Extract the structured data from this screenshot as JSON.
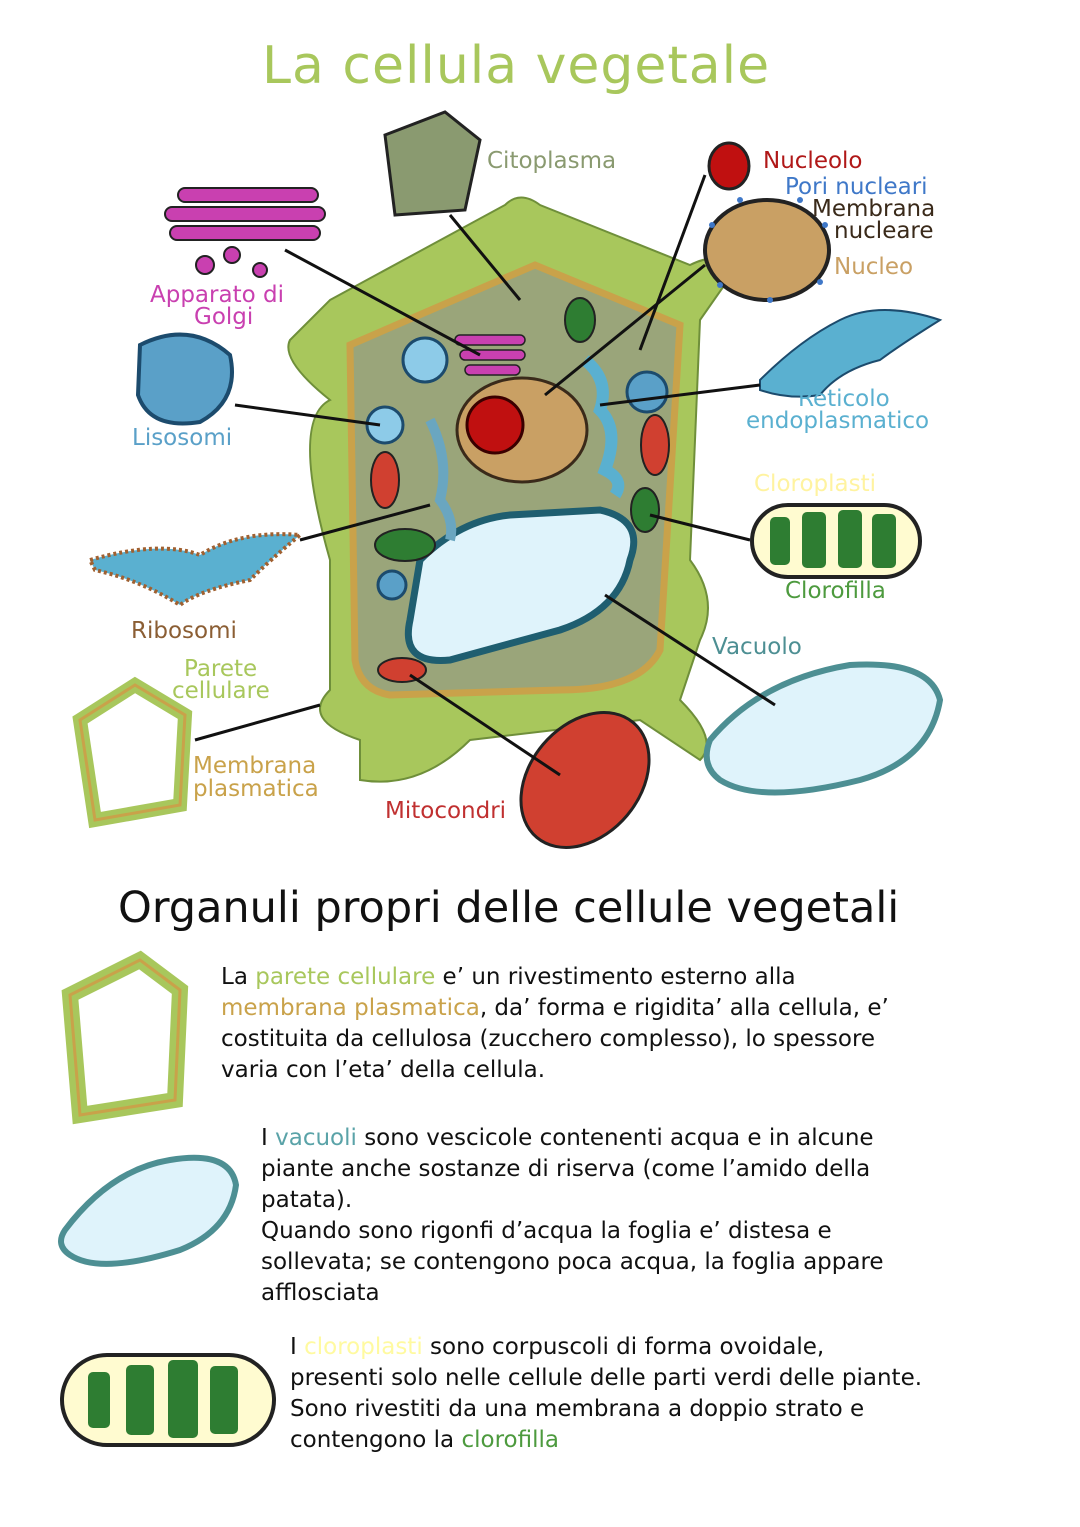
{
  "title": "La cellula vegetale",
  "labels": {
    "citoplasma": "Citoplasma",
    "nucleolo": "Nucleolo",
    "pori": "Pori nucleari",
    "membrana_nucleare_1": "Membrana",
    "membrana_nucleare_2": "nucleare",
    "nucleo": "Nucleo",
    "golgi_1": "Apparato di",
    "golgi_2": "Golgi",
    "lisosomi": "Lisosomi",
    "reticolo_1": "Reticolo",
    "reticolo_2": "endoplasmatico",
    "cloroplasti": "Cloroplasti",
    "clorofilla": "Clorofilla",
    "ribosomi": "Ribosomi",
    "parete_1": "Parete",
    "parete_2": "cellulare",
    "vacuolo": "Vacuolo",
    "membrana_plasm_1": "Membrana",
    "membrana_plasm_2": "plasmatica",
    "mitocondri": "Mitocondri"
  },
  "colors": {
    "green": "#a8c75c",
    "golgi": "#c940b0",
    "lyso": "#5aa0c8",
    "brown": "#8b5e34",
    "red": "#b01818",
    "nucleus": "#c9a064",
    "blue": "#3f78c8"
  },
  "section_title": "Organuli propri delle cellule vegetali",
  "paragraphs": {
    "parete": {
      "l1a": "La ",
      "l1b": "parete cellulare",
      "l1c": " e’ un rivestimento esterno alla",
      "l2a": "membrana plasmatica",
      "l2b": ", da’ forma e rigidita’ alla cellula, e’",
      "l3": "costituita da cellulosa (zucchero complesso), lo spessore",
      "l4": "varia con l’eta’ della cellula."
    },
    "vacuoli": {
      "l1a": "I ",
      "l1b": "vacuoli",
      "l1c": " sono vescicole contenenti acqua e in alcune",
      "l2": "piante anche sostanze di riserva (come l’amido della",
      "l3": "patata).",
      "l4": "Quando sono rigonfi d’acqua la foglia e’ distesa e",
      "l5": "sollevata; se contengono poca acqua, la foglia appare",
      "l6": "afflosciata"
    },
    "cloroplasti": {
      "l1a": "I ",
      "l1b": "cloroplasti",
      "l1c": " sono corpuscoli di forma ovoidale,",
      "l2": "presenti solo nelle cellule delle parti verdi delle piante.",
      "l3": "Sono rivestiti da una membrana a doppio strato e",
      "l4a": "contengono la ",
      "l4b": "clorofilla"
    }
  }
}
